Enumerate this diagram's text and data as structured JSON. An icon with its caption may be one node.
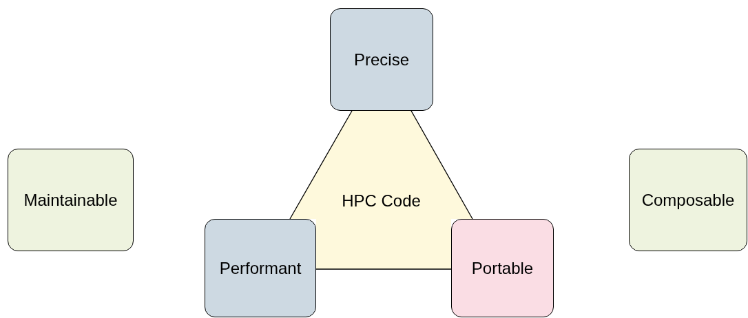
{
  "diagram": {
    "nodes": [
      {
        "text": [
          "Precise"
        ]
      },
      {
        "text": [
          "Maintainable"
        ]
      },
      {
        "text": [
          "HPC Code"
        ]
      },
      {
        "text": [
          "Composable"
        ]
      },
      {
        "text": [
          "Performant"
        ]
      },
      {
        "text": [
          "Portable"
        ]
      }
    ]
  }
}
